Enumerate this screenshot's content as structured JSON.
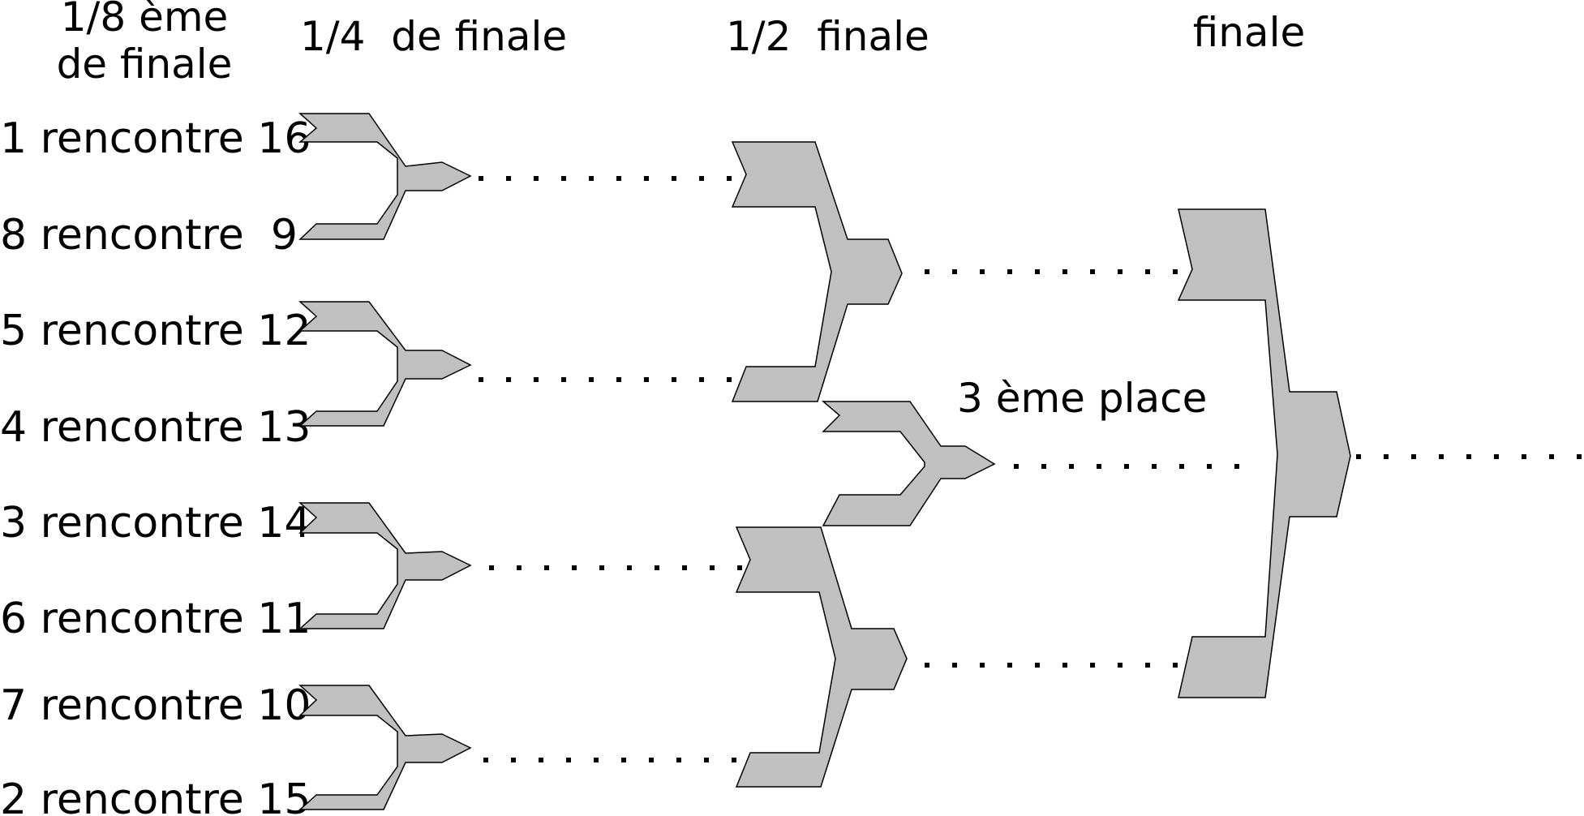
{
  "headers": {
    "r16_line1": "1/8 ème",
    "r16_line2": "de finale",
    "quarter": "1/4  de finale",
    "semi": "1/2  finale",
    "final": "finale"
  },
  "matches": [
    "1 rencontre 16",
    "8 rencontre  9",
    "5 rencontre 12",
    "4 rencontre 13",
    "3 rencontre 14",
    "6 rencontre 11",
    "7 rencontre 10",
    "2 rencontre 15"
  ],
  "third_place": "3 ème place",
  "colors": {
    "connector_fill": "#c0c0c0",
    "outline": "#000000",
    "background": "#ffffff"
  }
}
